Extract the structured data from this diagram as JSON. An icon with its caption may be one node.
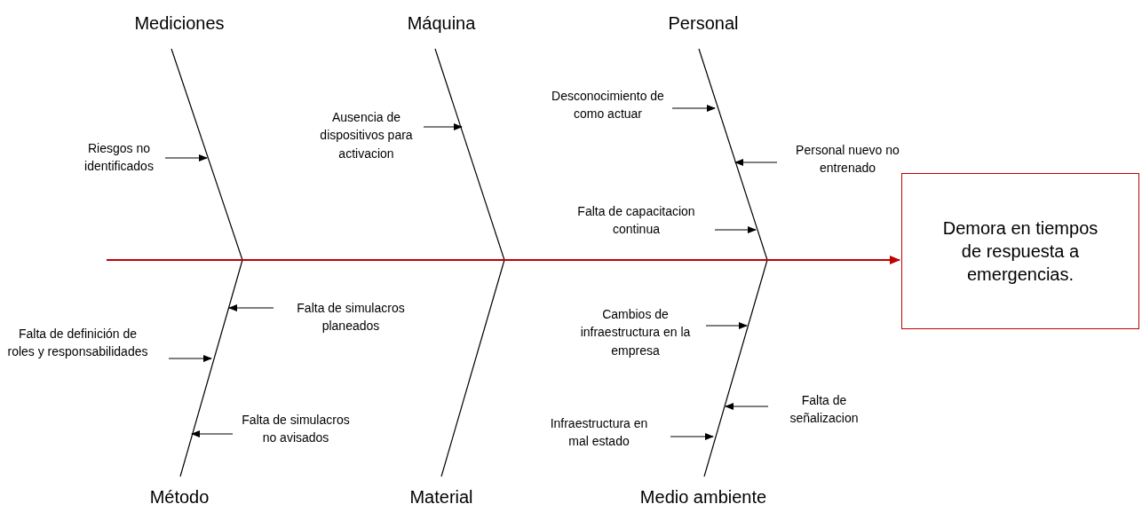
{
  "diagram": {
    "nodes": [
      {
        "text": [
          "Mediciones"
        ]
      },
      {
        "text": [
          "Máquina"
        ]
      },
      {
        "text": [
          "Personal"
        ]
      },
      {
        "text": [
          "Riesgos no identificados"
        ]
      },
      {
        "text": [
          "Ausencia de dispositivos para activacion"
        ]
      },
      {
        "text": [
          "Desconocimiento de como actuar"
        ]
      },
      {
        "text": [
          "Personal nuevo no entrenado"
        ]
      },
      {
        "text": [
          "Falta de capacitacion continua"
        ]
      },
      {
        "text": [
          "Demora en tiempos de respuesta a emergencias."
        ]
      },
      {
        "text": [
          "Falta de simulacros planeados"
        ]
      },
      {
        "text": [
          "Falta de definición de roles y responsabilidades"
        ]
      },
      {
        "text": [
          "Cambios de infraestructura en la empresa"
        ]
      },
      {
        "text": [
          "Falta de señalizacion"
        ]
      },
      {
        "text": [
          "Falta de simulacros no avisados"
        ]
      },
      {
        "text": [
          "Infraestructura en mal estado"
        ]
      },
      {
        "text": [
          "Método"
        ]
      },
      {
        "text": [
          "Material"
        ]
      },
      {
        "text": [
          "Medio ambiente"
        ]
      }
    ],
    "edges": [
      {
        "from": 0,
        "to": 8,
        "arrow": "to",
        "color": "#c00000"
      },
      {
        "from": 1,
        "to": 8,
        "arrow": "to",
        "color": "#c00000"
      },
      {
        "from": 2,
        "to": 8,
        "arrow": "to",
        "color": "#c00000"
      },
      {
        "from": 15,
        "to": 8,
        "arrow": "to",
        "color": "#c00000"
      },
      {
        "from": 16,
        "to": 8,
        "arrow": "to",
        "color": "#c00000"
      },
      {
        "from": 17,
        "to": 8,
        "arrow": "to",
        "color": "#c00000"
      },
      {
        "from": 3,
        "to": null,
        "arrow": "to"
      },
      {
        "from": 4,
        "to": null,
        "arrow": "to"
      },
      {
        "from": 5,
        "to": null,
        "arrow": "to"
      },
      {
        "from": 6,
        "to": null,
        "arrow": "to"
      },
      {
        "from": 7,
        "to": null,
        "arrow": "to"
      },
      {
        "from": 9,
        "to": null,
        "arrow": "to"
      },
      {
        "from": 10,
        "to": null,
        "arrow": "to"
      },
      {
        "from": 11,
        "to": null,
        "arrow": "to"
      },
      {
        "from": 12,
        "to": null,
        "arrow": "to"
      },
      {
        "from": 13,
        "to": null,
        "arrow": "to"
      },
      {
        "from": 14,
        "to": null,
        "arrow": "to"
      }
    ]
  }
}
